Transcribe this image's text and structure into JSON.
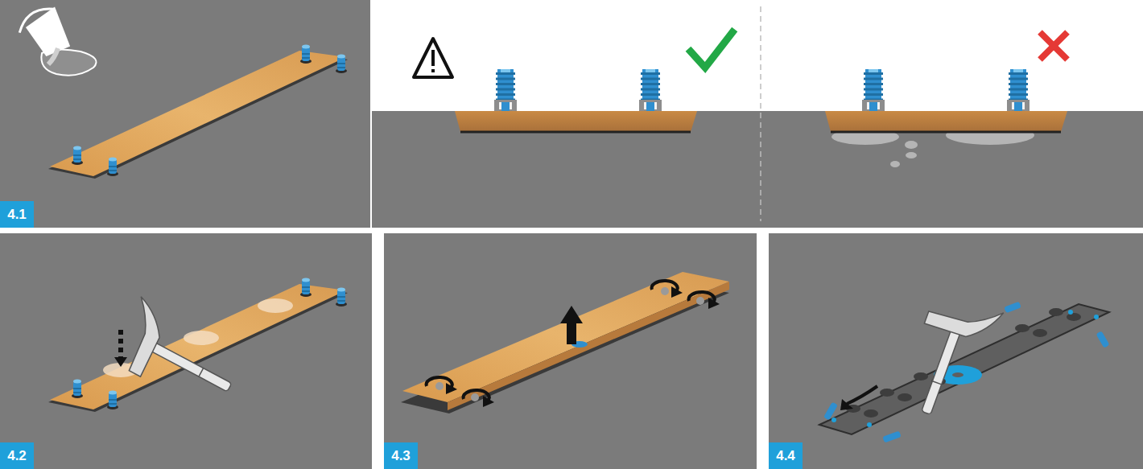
{
  "diagram": {
    "nodes": [
      {
        "text": [
          "4.1"
        ]
      },
      {
        "text": [
          "4.2"
        ]
      },
      {
        "text": [
          "4.3"
        ]
      },
      {
        "text": [
          "4.4"
        ]
      }
    ]
  }
}
